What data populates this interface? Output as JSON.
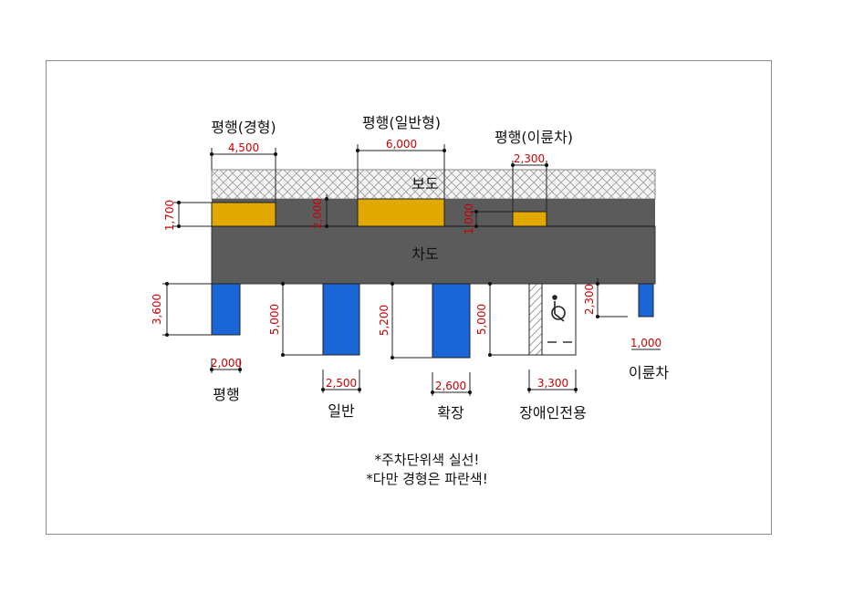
{
  "sidewalk_label": "보도",
  "road_label": "차도",
  "parallel_slots": [
    {
      "title": "평행(경형)",
      "width": "4,500"
    },
    {
      "title": "평행(일반형)",
      "width": "6,000"
    },
    {
      "title": "평행(이륜차)",
      "width": "2,300"
    }
  ],
  "parallel_depths": [
    "1,700",
    "2,000",
    "1,000"
  ],
  "perpendicular_slots": [
    {
      "label": "평행",
      "width": "2,000",
      "length": "3,600"
    },
    {
      "label": "일반",
      "width": "2,500",
      "length": "5,000"
    },
    {
      "label": "확장",
      "width": "2,600",
      "length": "5,200"
    },
    {
      "label": "장애인전용",
      "width": "3,300",
      "length": "5,000"
    },
    {
      "label": "이륜차",
      "width": "1,000",
      "length": "2,300"
    }
  ],
  "notes": [
    "*주차단위색 실선!",
    "*다만 경형은 파란색!"
  ],
  "colors": {
    "sidewalk": "#f2f2f2",
    "road": "#5b5b5b",
    "parallel_fill": "#e0a800",
    "perpendicular_fill": "#1a66d6",
    "dimension_text": "#cc0000"
  }
}
